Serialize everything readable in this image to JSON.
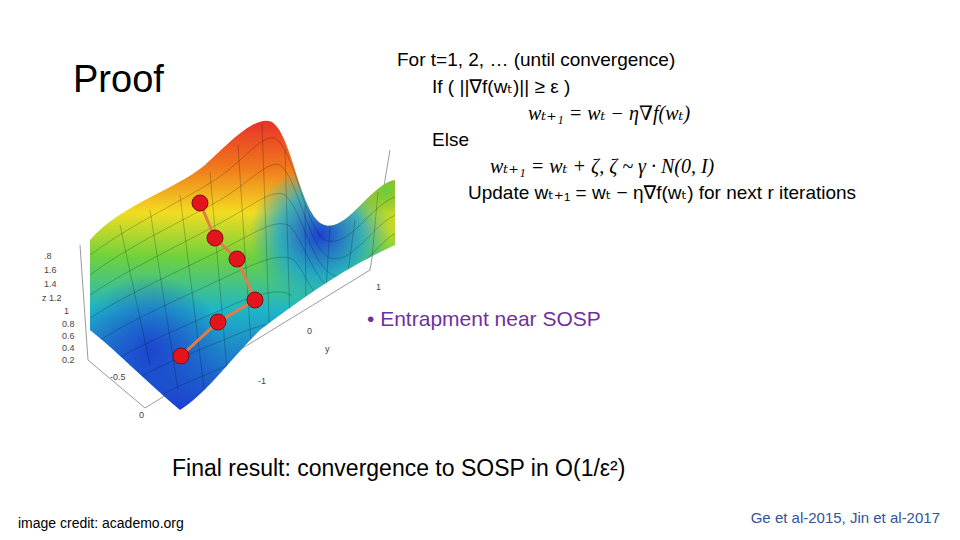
{
  "diagram": {
    "title": "Proof",
    "labels": [
      "For t=1, 2, … (until convergence)",
      "If ( ||∇f(wₜ)|| ≥ ε )",
      "wₜ₊₁ = wₜ − η∇f(wₜ)",
      "Else",
      "wₜ₊₁ = wₜ + ζ, ζ ~ γ · N(0, I)",
      "Update wₜ₊₁ = wₜ − η∇f(wₜ) for next r iterations",
      "• Entrapment near SOSP",
      "Final result: convergence to SOSP in O(1/ε²)",
      "image credit: academo.org",
      "Ge et al-2015, Jin et al-2017",
      ".8",
      "1.6",
      "1.4",
      "z 1.2",
      "1",
      "0.8",
      "0.6",
      "0.4",
      "0.2",
      "-0.5",
      "0",
      "1",
      "0",
      "y",
      "-1"
    ]
  }
}
